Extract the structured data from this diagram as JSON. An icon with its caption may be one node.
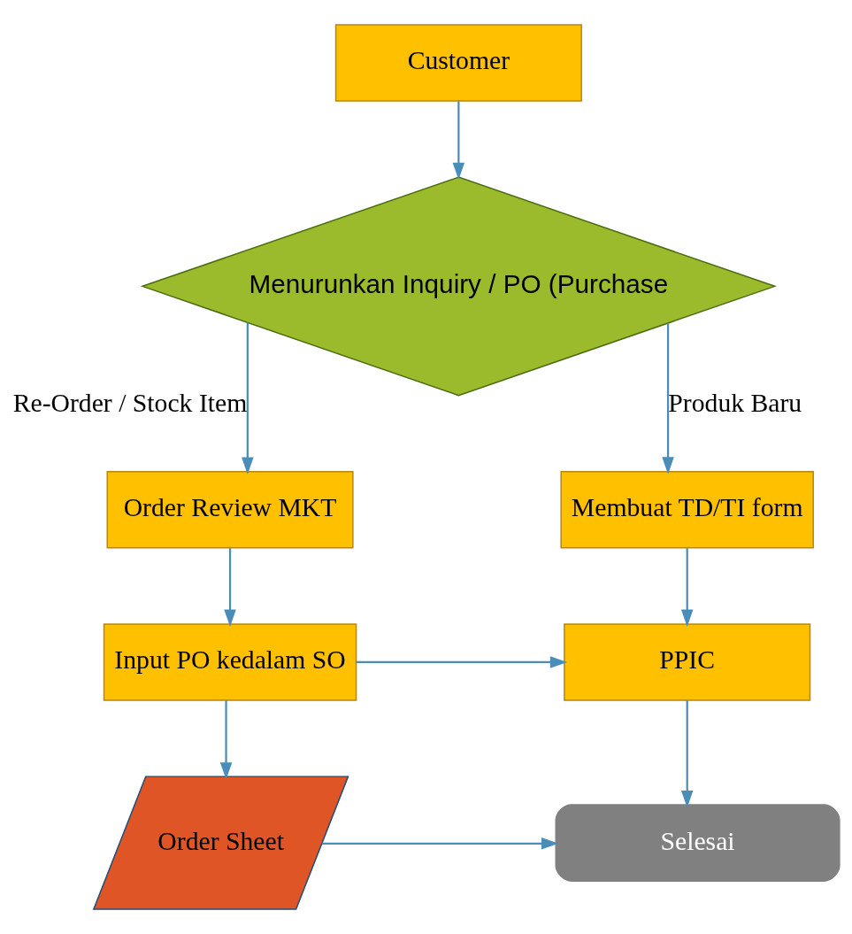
{
  "diagram": {
    "nodes": [
      {
        "text": [
          "Customer"
        ]
      },
      {
        "text": [
          "Menurunkan Inquiry / PO (Purchase"
        ]
      },
      {
        "text": [
          "Order Review MKT"
        ]
      },
      {
        "text": [
          "Membuat TD/TI form"
        ]
      },
      {
        "text": [
          "Input PO kedalam SO"
        ]
      },
      {
        "text": [
          "PPIC"
        ]
      },
      {
        "text": [
          "Order Sheet"
        ]
      },
      {
        "text": [
          "Selesai"
        ]
      }
    ],
    "edges": [
      {
        "from": 0,
        "to": 1,
        "arrow": "to"
      },
      {
        "from": 1,
        "to": 2,
        "arrow": "to",
        "label": "Re-Order / Stock Item"
      },
      {
        "from": 1,
        "to": 3,
        "arrow": "to",
        "label": "Produk Baru"
      },
      {
        "from": 2,
        "to": 4,
        "arrow": "to"
      },
      {
        "from": 3,
        "to": 5,
        "arrow": "to"
      },
      {
        "from": 4,
        "to": 5,
        "arrow": "to"
      },
      {
        "from": 4,
        "to": 6,
        "arrow": "to"
      },
      {
        "from": 5,
        "to": 7,
        "arrow": "to"
      },
      {
        "from": 6,
        "to": 7,
        "arrow": "to"
      }
    ]
  }
}
